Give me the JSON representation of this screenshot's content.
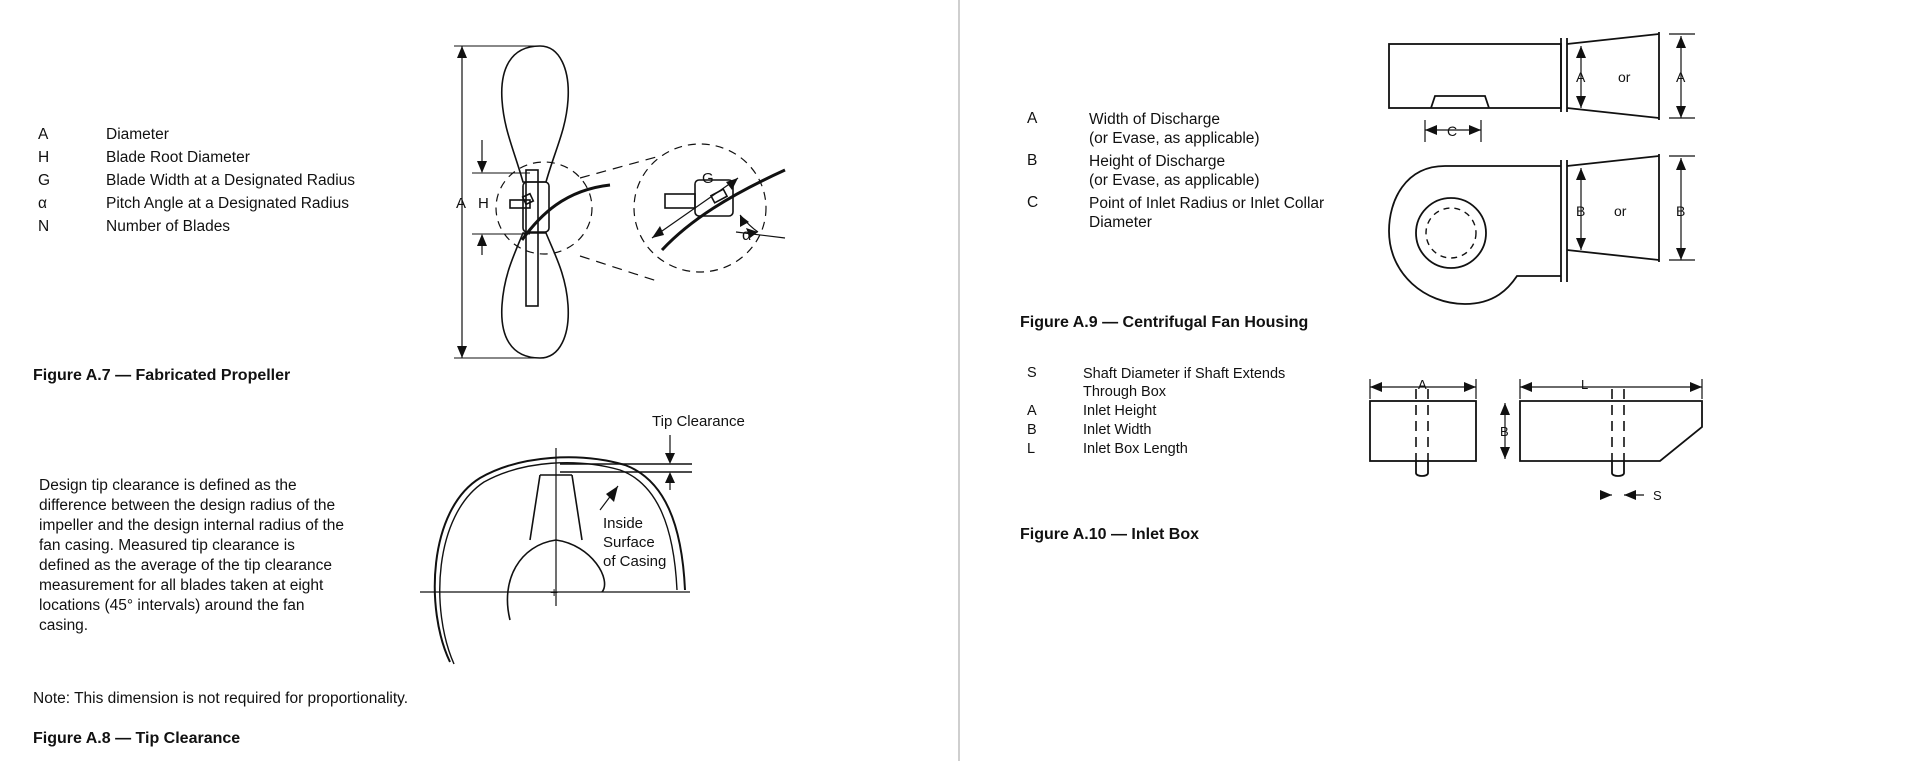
{
  "figure_a7": {
    "caption": "Figure A.7 — Fabricated Propeller",
    "legend": [
      {
        "symbol": "A",
        "text": "Diameter"
      },
      {
        "symbol": "H",
        "text": "Blade Root Diameter"
      },
      {
        "symbol": "G",
        "text": "Blade Width at a Designated Radius"
      },
      {
        "symbol": "α",
        "text": "Pitch Angle at a Designated Radius"
      },
      {
        "symbol": "N",
        "text": "Number of Blades"
      }
    ],
    "drawing_labels": {
      "a": "A",
      "h": "H",
      "g": "G",
      "alpha": "α"
    }
  },
  "figure_a8": {
    "caption": "Figure A.8 — Tip Clearance",
    "paragraph": "Design tip clearance is defined as the difference between the design radius of the impeller and the design internal radius of the fan casing.  Measured tip clearance is defined as the average of the tip clearance measurement for all blades taken at eight locations (45° intervals) around the fan casing.",
    "note": "Note: This dimension is not required for proportionality.",
    "drawing_labels": {
      "tip_clearance": "Tip Clearance",
      "inside_1": "Inside",
      "inside_2": "Surface",
      "inside_3": "of Casing"
    }
  },
  "figure_a9": {
    "caption": "Figure A.9 — Centrifugal Fan Housing",
    "legend": [
      {
        "symbol": "A",
        "line1": "Width of Discharge",
        "line2": "(or Evase, as applicable)"
      },
      {
        "symbol": "B",
        "line1": "Height of Discharge",
        "line2": "(or Evase, as applicable)"
      },
      {
        "symbol": "C",
        "line1": "Point of Inlet Radius or Inlet Collar",
        "line2": "Diameter"
      }
    ],
    "drawing_labels": {
      "a1": "A",
      "or1": "or",
      "a2": "A",
      "c": "C",
      "b1": "B",
      "or2": "or",
      "b2": "B"
    }
  },
  "figure_a10": {
    "caption": "Figure A.10 — Inlet Box",
    "legend": [
      {
        "symbol": "S",
        "line1": "Shaft Diameter if Shaft Extends",
        "line2": "Through Box"
      },
      {
        "symbol": "A",
        "line1": "Inlet Height",
        "line2": ""
      },
      {
        "symbol": "B",
        "line1": "Inlet Width",
        "line2": ""
      },
      {
        "symbol": "L",
        "line1": "Inlet Box Length",
        "line2": ""
      }
    ],
    "drawing_labels": {
      "a": "A",
      "b": "B",
      "l": "L",
      "s": "S"
    }
  }
}
